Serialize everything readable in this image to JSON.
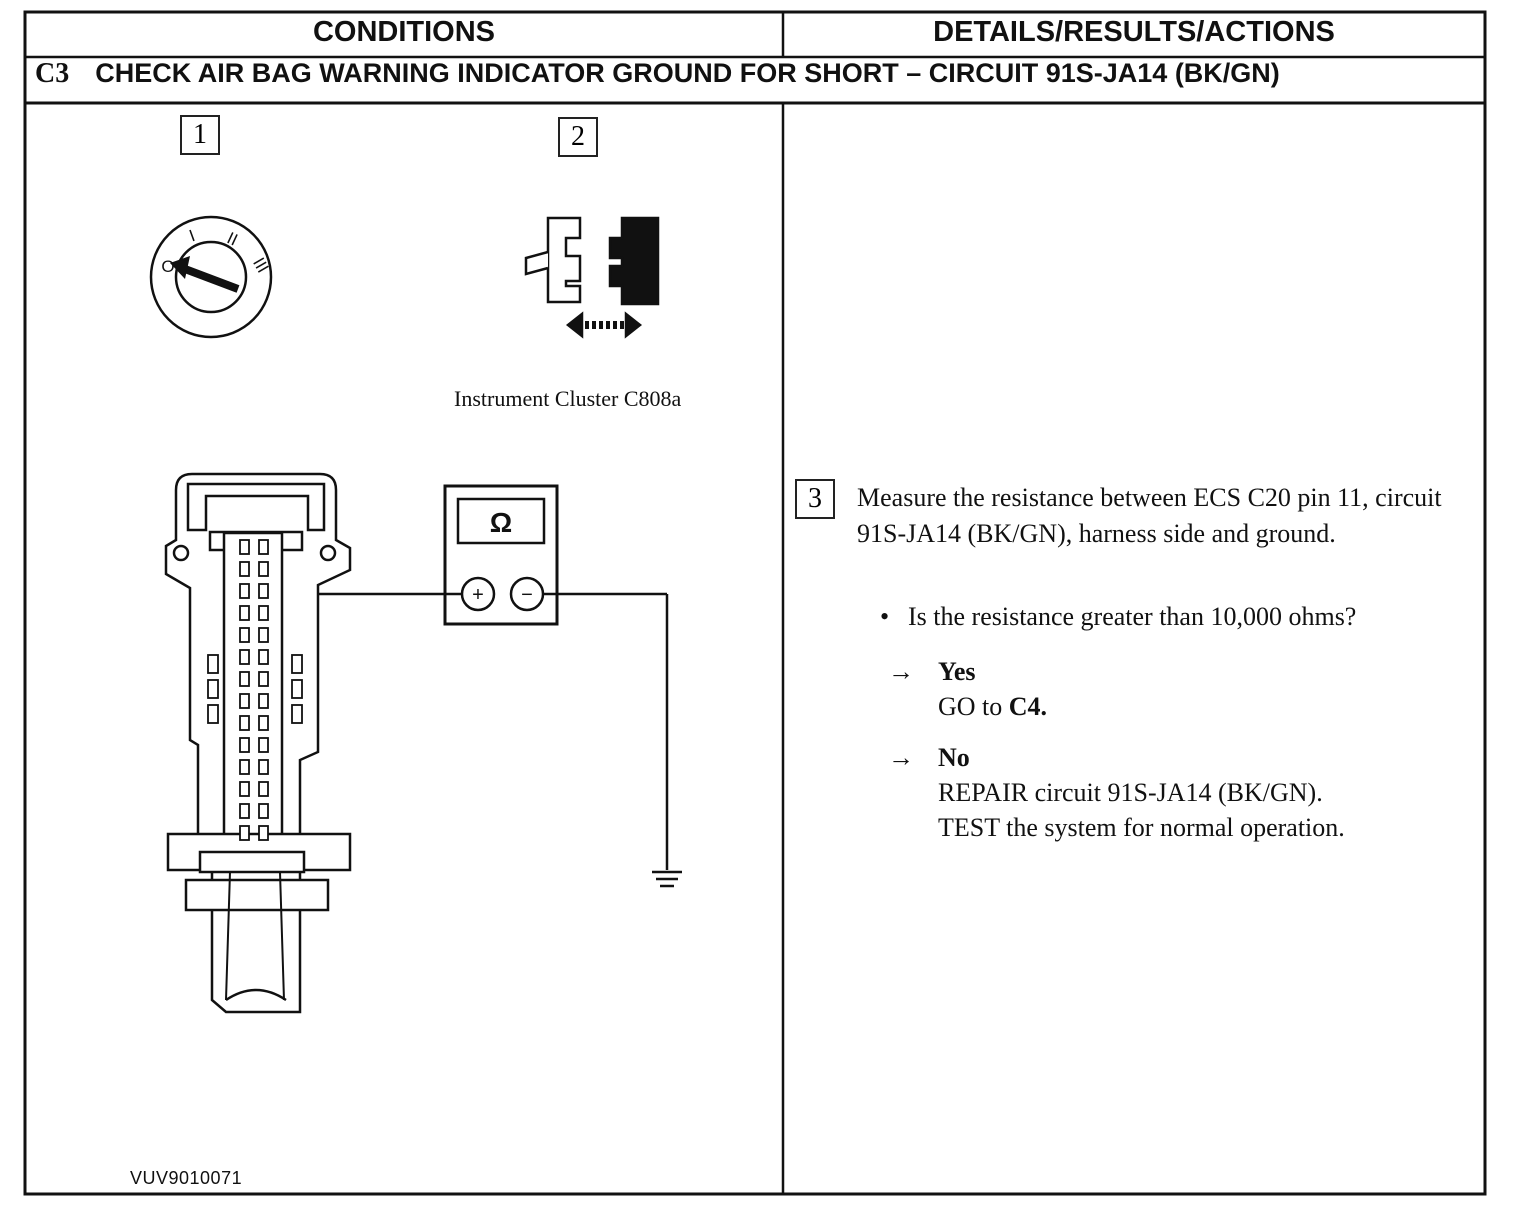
{
  "header": {
    "conditions": "CONDITIONS",
    "details": "DETAILS/RESULTS/ACTIONS"
  },
  "step": {
    "id": "C3",
    "title": "CHECK AIR BAG WARNING INDICATOR GROUND FOR SHORT – CIRCUIT 91S-JA14 (BK/GN)"
  },
  "figure": {
    "step1_label": "1",
    "step2_label": "2",
    "connector_caption": "Instrument Cluster C808a",
    "meter_symbol": "Ω",
    "meter_plus": "+",
    "meter_minus": "−",
    "ignition_positions": [
      "O",
      "I",
      "II",
      "III"
    ],
    "figure_id": "VUV9010071",
    "icons": [
      "ignition-switch-icon",
      "connector-disconnect-icon",
      "ohmmeter-icon",
      "ground-icon",
      "harness-connector-icon"
    ]
  },
  "actions": {
    "step_number": "3",
    "instruction": "Measure the resistance between ECS C20 pin 11, circuit 91S-JA14 (BK/GN), harness side and ground.",
    "question": "Is the resistance greater than 10,000 ohms?",
    "arrow": "→",
    "yes_label": "Yes",
    "yes_action_prefix": "GO to ",
    "yes_action_target": "C4.",
    "no_label": "No",
    "no_action_1": "REPAIR circuit 91S-JA14 (BK/GN).",
    "no_action_2": "TEST the system for normal operation."
  }
}
